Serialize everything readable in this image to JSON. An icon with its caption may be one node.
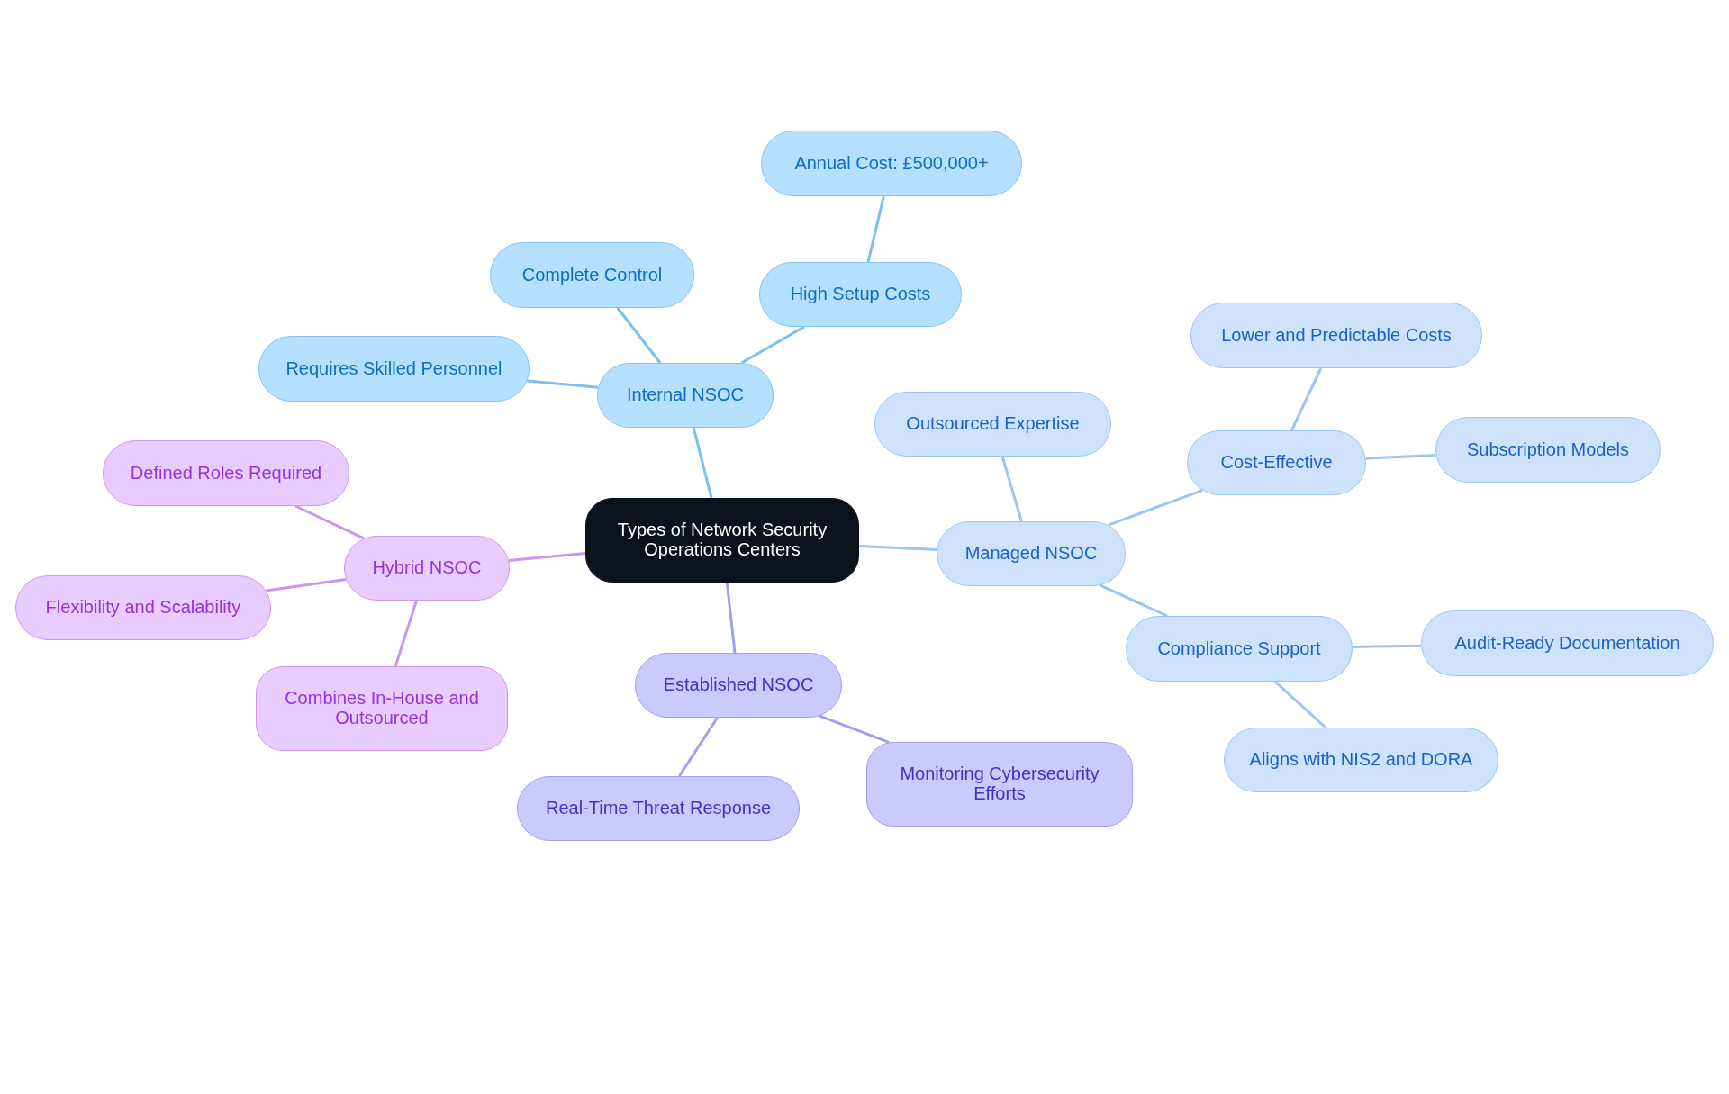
{
  "diagram": {
    "nodes": [
      {
        "text": [
          "Types of Network Security Operations Centers"
        ]
      },
      {
        "text": [
          "Internal NSOC"
        ]
      },
      {
        "text": [
          "Requires Skilled Personnel"
        ]
      },
      {
        "text": [
          "Complete Control"
        ]
      },
      {
        "text": [
          "High Setup Costs"
        ]
      },
      {
        "text": [
          "Annual Cost: £500,000+"
        ]
      },
      {
        "text": [
          "Managed NSOC"
        ]
      },
      {
        "text": [
          "Outsourced Expertise"
        ]
      },
      {
        "text": [
          "Cost-Effective"
        ]
      },
      {
        "text": [
          "Lower and Predictable Costs"
        ]
      },
      {
        "text": [
          "Subscription Models"
        ]
      },
      {
        "text": [
          "Compliance Support"
        ]
      },
      {
        "text": [
          "Audit-Ready Documentation"
        ]
      },
      {
        "text": [
          "Aligns with NIS2 and DORA"
        ]
      },
      {
        "text": [
          "Established NSOC"
        ]
      },
      {
        "text": [
          "Real-Time Threat Response"
        ]
      },
      {
        "text": [
          "Monitoring Cybersecurity Efforts"
        ]
      },
      {
        "text": [
          "Hybrid NSOC"
        ]
      },
      {
        "text": [
          "Defined Roles Required"
        ]
      },
      {
        "text": [
          "Flexibility and Scalability"
        ]
      },
      {
        "text": [
          "Combines In-House and Outsourced"
        ]
      }
    ],
    "edges": [
      {
        "from": 0,
        "to": 1,
        "arrow": "none",
        "color": "#7cc0f2"
      },
      {
        "from": 1,
        "to": 2,
        "arrow": "none",
        "color": "#7cc0f2"
      },
      {
        "from": 1,
        "to": 3,
        "arrow": "none",
        "color": "#7cc0f2"
      },
      {
        "from": 1,
        "to": 4,
        "arrow": "none",
        "color": "#7cc0f2"
      },
      {
        "from": 4,
        "to": 5,
        "arrow": "none",
        "color": "#7cc0f2"
      },
      {
        "from": 0,
        "to": 6,
        "arrow": "none"
      },
      {
        "from": 6,
        "to": 7,
        "arrow": "none"
      },
      {
        "from": 6,
        "to": 8,
        "arrow": "none"
      },
      {
        "from": 8,
        "to": 9,
        "arrow": "none"
      },
      {
        "from": 8,
        "to": 10,
        "arrow": "none"
      },
      {
        "from": 6,
        "to": 11,
        "arrow": "none"
      },
      {
        "from": 11,
        "to": 12,
        "arrow": "none"
      },
      {
        "from": 11,
        "to": 13,
        "arrow": "none"
      },
      {
        "from": 0,
        "to": 14,
        "arrow": "none",
        "color": "#a09ff2"
      },
      {
        "from": 14,
        "to": 15,
        "arrow": "none",
        "color": "#a09ff2"
      },
      {
        "from": 14,
        "to": 16,
        "arrow": "none",
        "color": "#a09ff2"
      },
      {
        "from": 0,
        "to": 17,
        "arrow": "none",
        "color": "#c994f2"
      },
      {
        "from": 17,
        "to": 18,
        "arrow": "none",
        "color": "#c994f2"
      },
      {
        "from": 17,
        "to": 19,
        "arrow": "none",
        "color": "#c994f2"
      },
      {
        "from": 17,
        "to": 20,
        "arrow": "none",
        "color": "#c994f2"
      }
    ]
  }
}
